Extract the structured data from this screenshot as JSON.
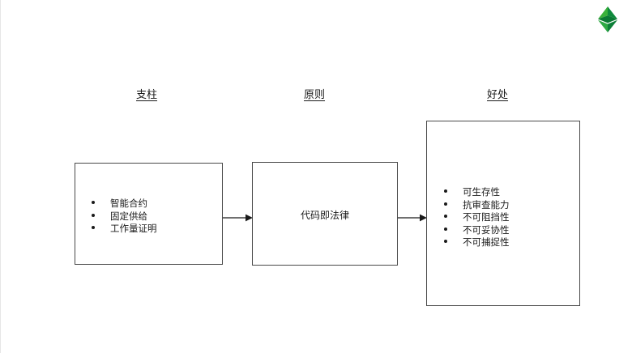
{
  "slide": {
    "background_color": "#ffffff",
    "logo": {
      "name": "ethereum-classic-logo",
      "colors": {
        "light_green": "#3ab23a",
        "mid_green": "#1a9e4b",
        "dark_green": "#0f8a3c",
        "deep_green": "#0b7a33"
      }
    },
    "headings": {
      "pillars": "支柱",
      "principles": "原则",
      "benefits": "好处"
    },
    "boxes": {
      "pillars": {
        "items": [
          "智能合约",
          "固定供给",
          "工作量证明"
        ]
      },
      "principles": {
        "text": "代码即法律"
      },
      "benefits": {
        "items": [
          "可生存性",
          "抗审查能力",
          "不可阻挡性",
          "不可妥协性",
          "不可捕捉性"
        ]
      }
    },
    "connectors": [
      {
        "name": "arrow-pillars-to-principles",
        "direction": "right"
      },
      {
        "name": "arrow-principles-to-benefits",
        "direction": "right"
      }
    ],
    "colors": {
      "text": "#1a1a1a",
      "border": "#4a4a4a",
      "page_edge": "#e6e6e6"
    }
  }
}
